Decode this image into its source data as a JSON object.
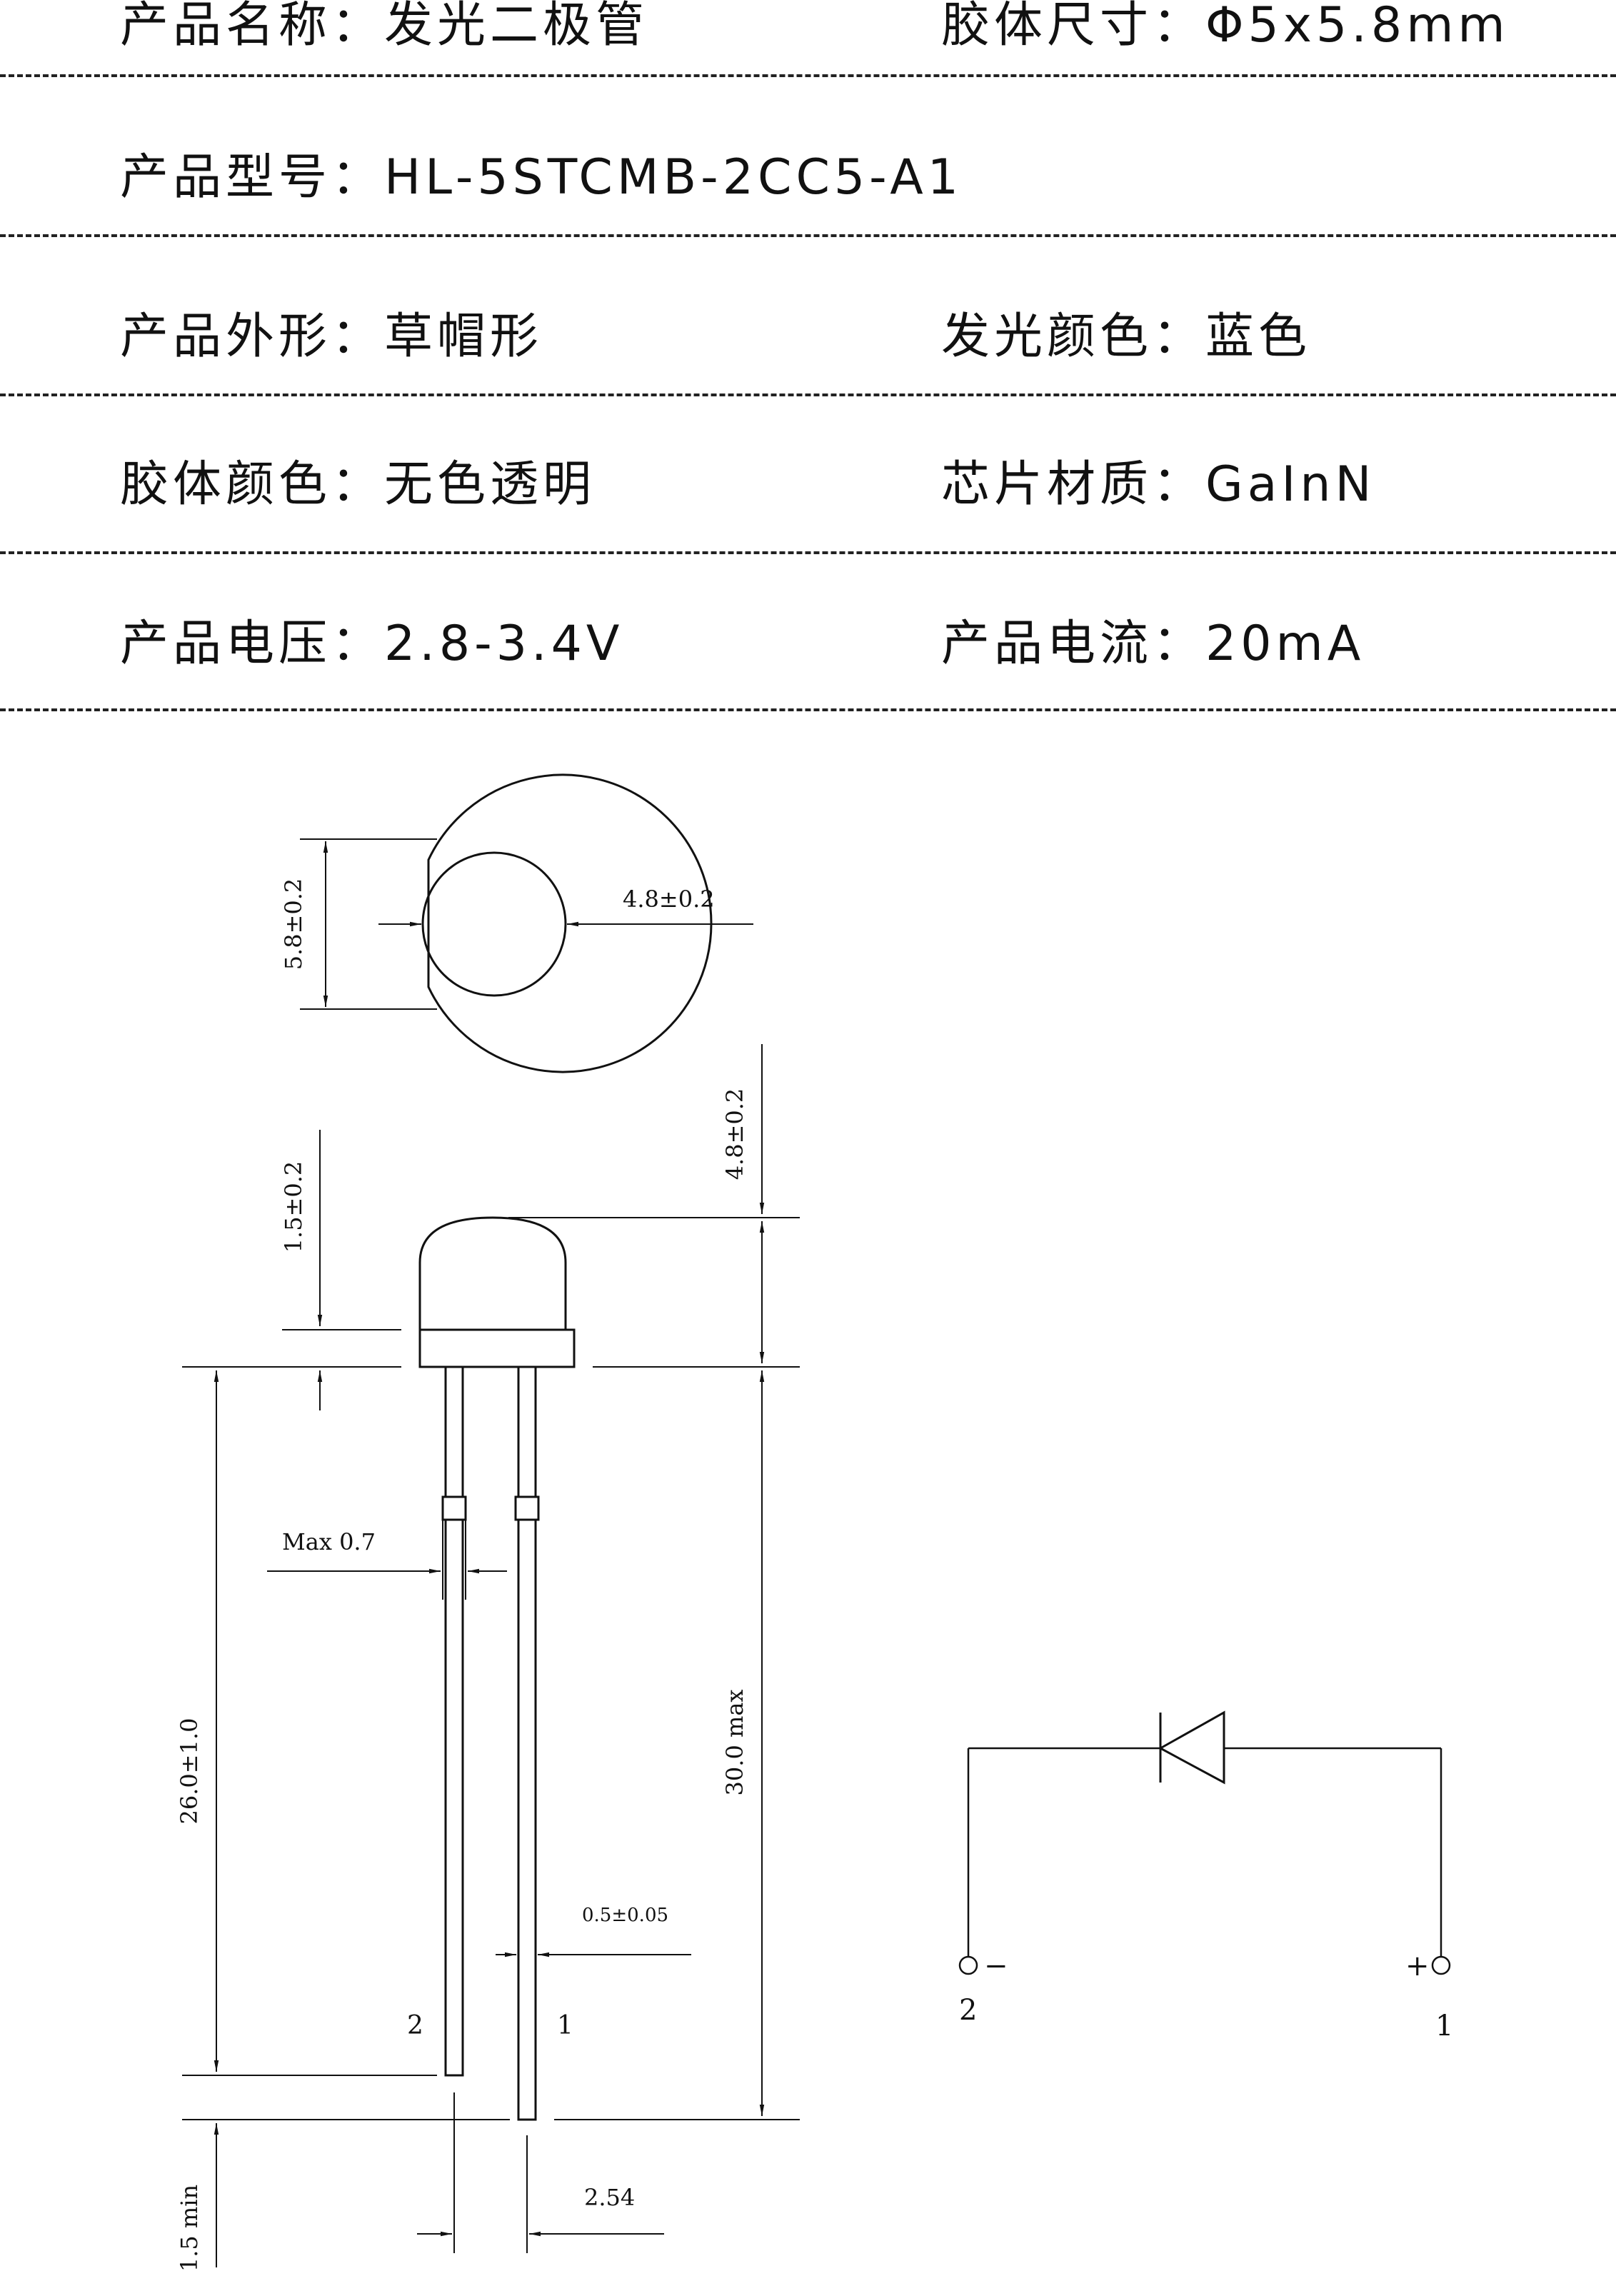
{
  "specs": {
    "rows": [
      {
        "left": {
          "label": "产品名称：",
          "value": "发光二极管"
        },
        "right": {
          "label": "胶体尺寸：",
          "value": "Φ5x5.8mm"
        }
      },
      {
        "left": {
          "label": "产品型号：",
          "value": "HL-5STCMB-2CC5-A1"
        },
        "right": null
      },
      {
        "left": {
          "label": "产品外形：",
          "value": "草帽形"
        },
        "right": {
          "label": "发光颜色：",
          "value": "蓝色"
        }
      },
      {
        "left": {
          "label": "胶体颜色：",
          "value": "无色透明"
        },
        "right": {
          "label": "芯片材质：",
          "value": "GaInN"
        }
      },
      {
        "left": {
          "label": "产品电压：",
          "value": "2.8-3.4V"
        },
        "right": {
          "label": "产品电流：",
          "value": "20mA"
        }
      }
    ]
  },
  "drawing": {
    "dims": {
      "top_height": "5.8±0.2",
      "top_diameter": "4.8±0.2",
      "body_height": "4.8±0.2",
      "flange_height": "1.5±0.2",
      "lead_max": "Max 0.7",
      "lead_length": "26.0±1.0",
      "total_length": "30.0 max",
      "lead_width": "0.5±0.05",
      "lead_offset": "1.5 min",
      "pitch": "2.54"
    },
    "pins": {
      "left": "2",
      "right": "1"
    }
  },
  "symbol": {
    "minus": "−",
    "plus": "+",
    "pin_left": "2",
    "pin_right": "1"
  }
}
